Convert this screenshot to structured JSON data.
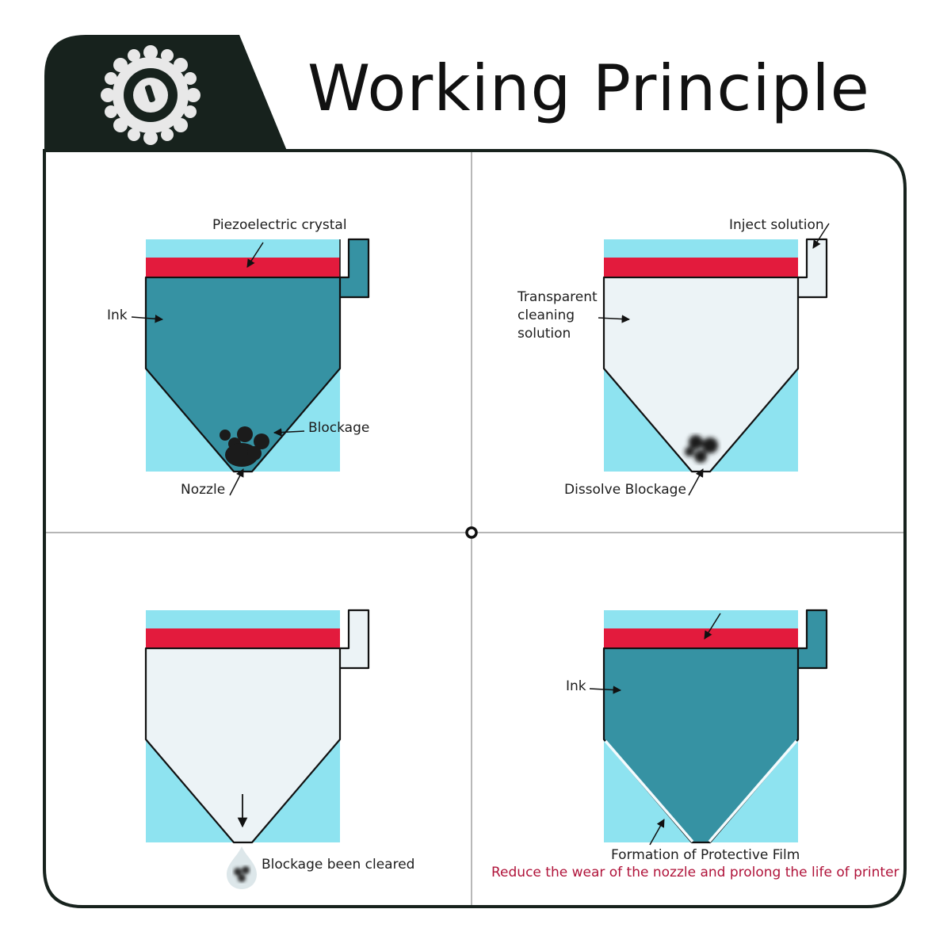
{
  "header": {
    "title": "Working Principle",
    "icon": "gear-icon"
  },
  "colors": {
    "dark_band": "#17221d",
    "ink": "#3692a3",
    "light_blue": "#8ee3f0",
    "crystal_red": "#e31b3d",
    "solution": "#ecf3f6",
    "blockage": "#1b1b1b",
    "note_red": "#b0133a"
  },
  "panels": {
    "p1": {
      "piezo_label": "Piezoelectric crystal",
      "ink_label": "Ink",
      "blockage_label": "Blockage",
      "nozzle_label": "Nozzle"
    },
    "p2": {
      "inject_label": "Inject solution",
      "solution_label_1": "Transparent",
      "solution_label_2": "cleaning",
      "solution_label_3": "solution",
      "dissolve_label": "Dissolve Blockage"
    },
    "p3": {
      "cleared_label": "Blockage been cleared"
    },
    "p4": {
      "ink_label": "Ink",
      "film_label": "Formation of Protective Film",
      "note": "Reduce the wear of the nozzle and prolong the life of printer"
    }
  }
}
